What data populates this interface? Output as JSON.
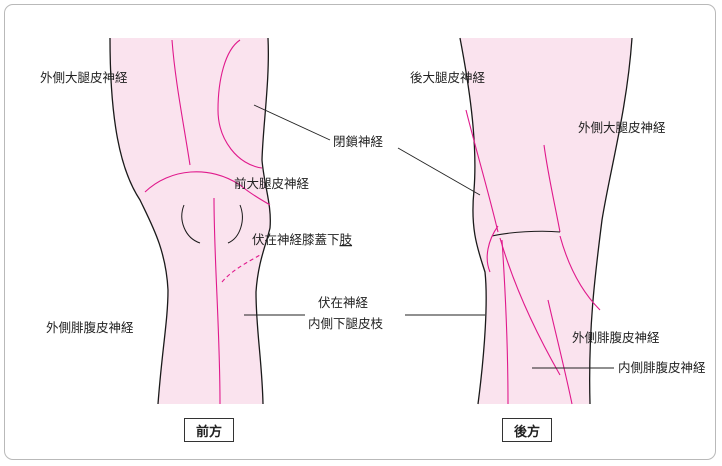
{
  "colors": {
    "skin": "#fae3ee",
    "nerve": "#e0198c",
    "outline": "#1a1a1a"
  },
  "front": {
    "view_label": "前方",
    "labels": {
      "lateral_femoral_cutaneous": "外側大腿皮神経",
      "obturator": "閉鎖神経",
      "anterior_femoral_cutaneous": "前大腿皮神経",
      "infrapatellar_branch_prefix": "伏在神経膝蓋下",
      "infrapatellar_branch_underlined": "肢",
      "saphenous": "伏在神経",
      "medial_crural_cutaneous": "内側下腿皮枝",
      "lateral_sural_cutaneous": "外側腓腹皮神経"
    }
  },
  "back": {
    "view_label": "後方",
    "labels": {
      "posterior_femoral_cutaneous": "後大腿皮神経",
      "lateral_femoral_cutaneous": "外側大腿皮神経",
      "lateral_sural_cutaneous": "外側腓腹皮神経",
      "medial_sural_cutaneous": "内側腓腹皮神経"
    }
  }
}
